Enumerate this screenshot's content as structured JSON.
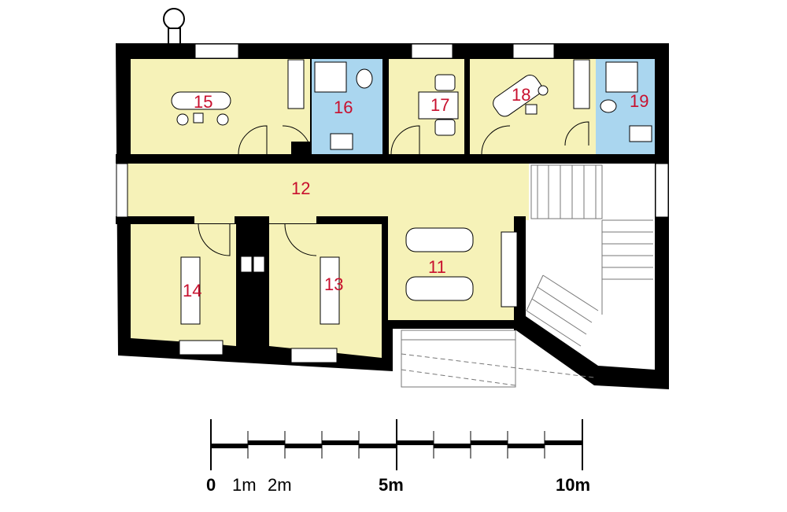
{
  "colors": {
    "room_fill": "#f6f2b8",
    "wet_fill": "#aad6ef",
    "wall": "#000000",
    "label": "#c8102e"
  },
  "rooms": [
    {
      "id": "11",
      "label": "11"
    },
    {
      "id": "12",
      "label": "12"
    },
    {
      "id": "13",
      "label": "13"
    },
    {
      "id": "14",
      "label": "14"
    },
    {
      "id": "15",
      "label": "15"
    },
    {
      "id": "16",
      "label": "16"
    },
    {
      "id": "17",
      "label": "17"
    },
    {
      "id": "18",
      "label": "18"
    },
    {
      "id": "19",
      "label": "19"
    }
  ],
  "scale_bar": {
    "labels": [
      "0",
      "1m",
      "2m",
      "5m",
      "10m"
    ]
  }
}
